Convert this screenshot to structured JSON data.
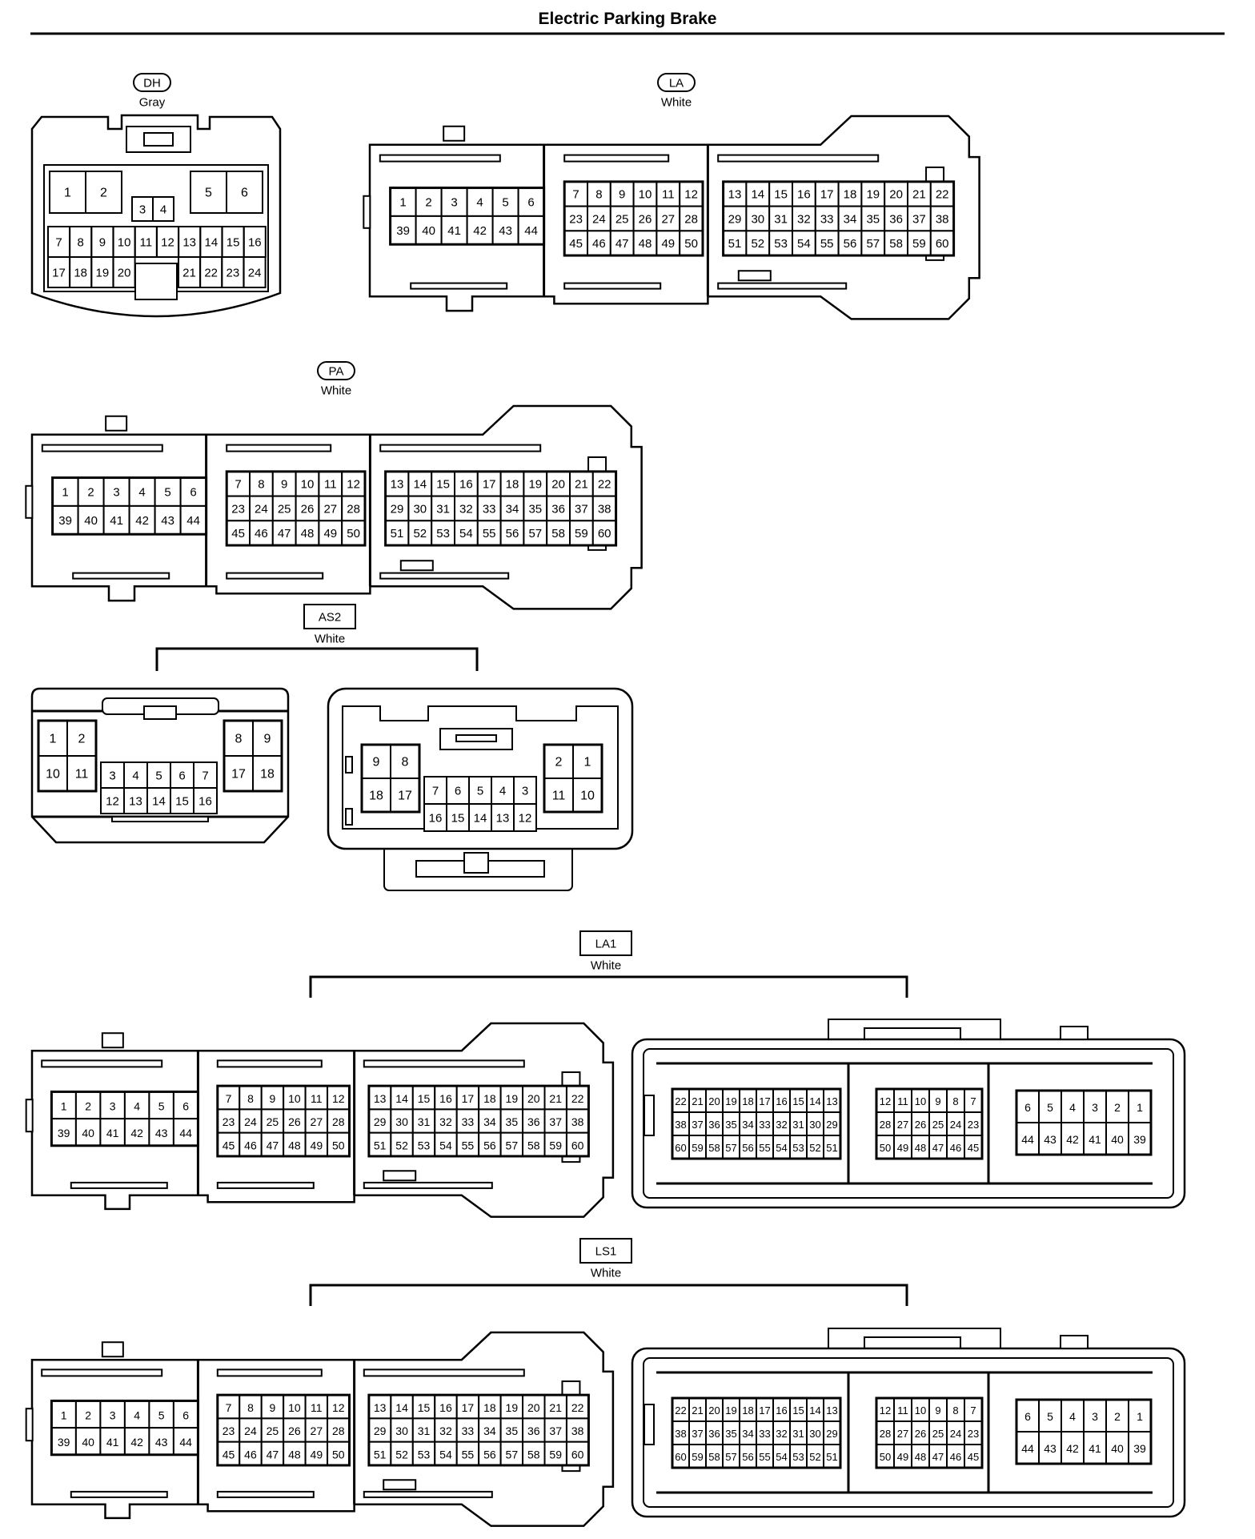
{
  "title": "Electric Parking Brake",
  "connectors": [
    {
      "id": "DH",
      "color": "Gray",
      "badge": "oval"
    },
    {
      "id": "LA",
      "color": "White",
      "badge": "oval"
    },
    {
      "id": "PA",
      "color": "White",
      "badge": "oval"
    },
    {
      "id": "AS2",
      "color": "White",
      "badge": "rect"
    },
    {
      "id": "LA1",
      "color": "White",
      "badge": "rect"
    },
    {
      "id": "LS1",
      "color": "White",
      "badge": "rect"
    }
  ],
  "pin_sets": {
    "dh_big": [
      "1",
      "2",
      "5",
      "6"
    ],
    "dh_small": [
      "3",
      "4"
    ],
    "dh_row1": [
      "7",
      "8",
      "9",
      "10",
      "11",
      "12",
      "13",
      "14",
      "15",
      "16"
    ],
    "dh_row2": [
      "17",
      "18",
      "19",
      "20",
      "21",
      "22",
      "23",
      "24"
    ],
    "ecu_a": [
      [
        "1",
        "2",
        "3",
        "4",
        "5",
        "6"
      ],
      [
        "39",
        "40",
        "41",
        "42",
        "43",
        "44"
      ]
    ],
    "ecu_b": [
      [
        "7",
        "8",
        "9",
        "10",
        "11",
        "12"
      ],
      [
        "23",
        "24",
        "25",
        "26",
        "27",
        "28"
      ],
      [
        "45",
        "46",
        "47",
        "48",
        "49",
        "50"
      ]
    ],
    "ecu_c": [
      [
        "13",
        "14",
        "15",
        "16",
        "17",
        "18",
        "19",
        "20",
        "21",
        "22"
      ],
      [
        "29",
        "30",
        "31",
        "32",
        "33",
        "34",
        "35",
        "36",
        "37",
        "38"
      ],
      [
        "51",
        "52",
        "53",
        "54",
        "55",
        "56",
        "57",
        "58",
        "59",
        "60"
      ]
    ],
    "ecuf_c": [
      [
        "22",
        "21",
        "20",
        "19",
        "18",
        "17",
        "16",
        "15",
        "14",
        "13"
      ],
      [
        "38",
        "37",
        "36",
        "35",
        "34",
        "33",
        "32",
        "31",
        "30",
        "29"
      ],
      [
        "60",
        "59",
        "58",
        "57",
        "56",
        "55",
        "54",
        "53",
        "52",
        "51"
      ]
    ],
    "ecuf_b": [
      [
        "12",
        "11",
        "10",
        "9",
        "8",
        "7"
      ],
      [
        "28",
        "27",
        "26",
        "25",
        "24",
        "23"
      ],
      [
        "50",
        "49",
        "48",
        "47",
        "46",
        "45"
      ]
    ],
    "ecuf_a": [
      [
        "6",
        "5",
        "4",
        "3",
        "2",
        "1"
      ],
      [
        "44",
        "43",
        "42",
        "41",
        "40",
        "39"
      ]
    ],
    "as2m_left": [
      [
        "1",
        "2"
      ],
      [
        "10",
        "11"
      ]
    ],
    "as2m_mid1": [
      "3",
      "4",
      "5",
      "6",
      "7"
    ],
    "as2m_mid2": [
      "12",
      "13",
      "14",
      "15",
      "16"
    ],
    "as2m_right": [
      [
        "8",
        "9"
      ],
      [
        "17",
        "18"
      ]
    ],
    "as2f_left": [
      [
        "9",
        "8"
      ],
      [
        "18",
        "17"
      ]
    ],
    "as2f_mid1": [
      "7",
      "6",
      "5",
      "4",
      "3"
    ],
    "as2f_mid2": [
      "16",
      "15",
      "14",
      "13",
      "12"
    ],
    "as2f_right": [
      [
        "2",
        "1"
      ],
      [
        "11",
        "10"
      ]
    ]
  }
}
